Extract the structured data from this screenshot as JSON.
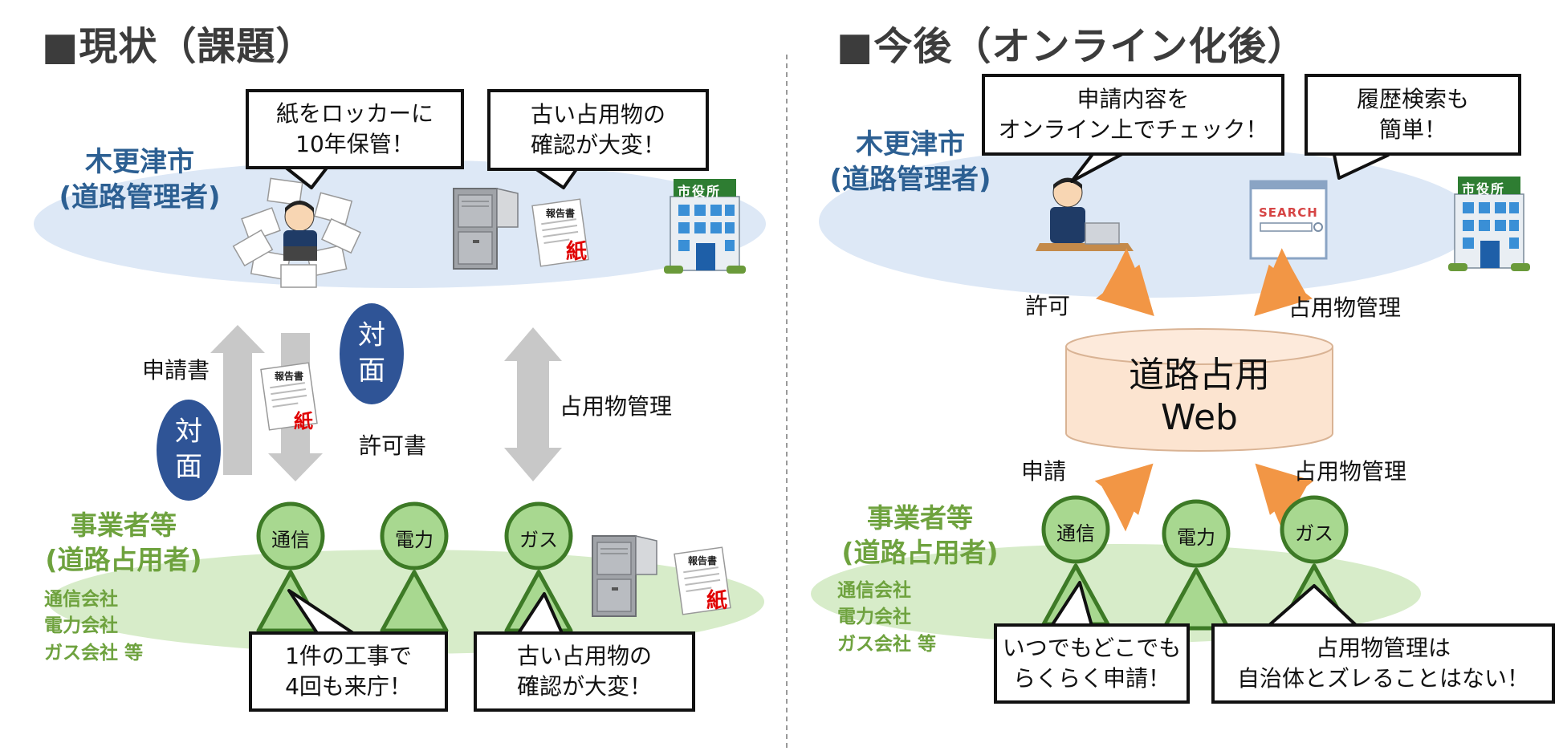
{
  "left": {
    "title": "■現状（課題）",
    "city": {
      "name": "木更津市",
      "role": "(道路管理者)"
    },
    "bubble_paper": {
      "line1": "紙をロッカーに",
      "line2": "10年保管！"
    },
    "bubble_check_top": {
      "line1": "古い占用物の",
      "line2": "確認が大変！"
    },
    "report_title": "報告書",
    "paper_mark": "紙",
    "city_hall_sign": "市役所",
    "face_to_face": "対面",
    "label_application": "申請書",
    "label_permit": "許可書",
    "label_management": "占用物管理",
    "business": {
      "name": "事業者等",
      "role": "(道路占用者)",
      "list": [
        "通信会社",
        "電力会社",
        "ガス会社 等"
      ]
    },
    "persons": [
      "通信",
      "電力",
      "ガス"
    ],
    "bubble_visits": {
      "line1": "1件の工事で",
      "line2": "4回も来庁！"
    },
    "bubble_check_bottom": {
      "line1": "古い占用物の",
      "line2": "確認が大変！"
    }
  },
  "right": {
    "title": "■今後（オンライン化後）",
    "city": {
      "name": "木更津市",
      "role": "(道路管理者)"
    },
    "bubble_online": {
      "line1": "申請内容を",
      "line2": "オンライン上でチェック！"
    },
    "bubble_history": {
      "line1": "履歴検索も",
      "line2": "簡単！"
    },
    "search_text": "SEARCH",
    "city_hall_sign": "市役所",
    "label_permit": "許可",
    "label_management_top": "占用物管理",
    "db": {
      "line1": "道路占用",
      "line2": "Web"
    },
    "label_application": "申請",
    "label_management_bottom": "占用物管理",
    "business": {
      "name": "事業者等",
      "role": "(道路占用者)",
      "list": [
        "通信会社",
        "電力会社",
        "ガス会社 等"
      ]
    },
    "persons": [
      "通信",
      "電力",
      "ガス"
    ],
    "bubble_anytime": {
      "line1": "いつでもどこでも",
      "line2": "らくらく申請！"
    },
    "bubble_sync": {
      "line1": "占用物管理は",
      "line2": "自治体とズレることはない！"
    }
  },
  "colors": {
    "city_ellipse": "#dde8f6",
    "biz_ellipse": "#d7ecc9",
    "gray_arrow": "#c8c8c8",
    "face_badge": "#2f5496",
    "orange_arrow": "#f29645",
    "person_fill": "#a8d890",
    "person_stroke": "#3d7a26",
    "db_fill": "#fce4d0"
  }
}
